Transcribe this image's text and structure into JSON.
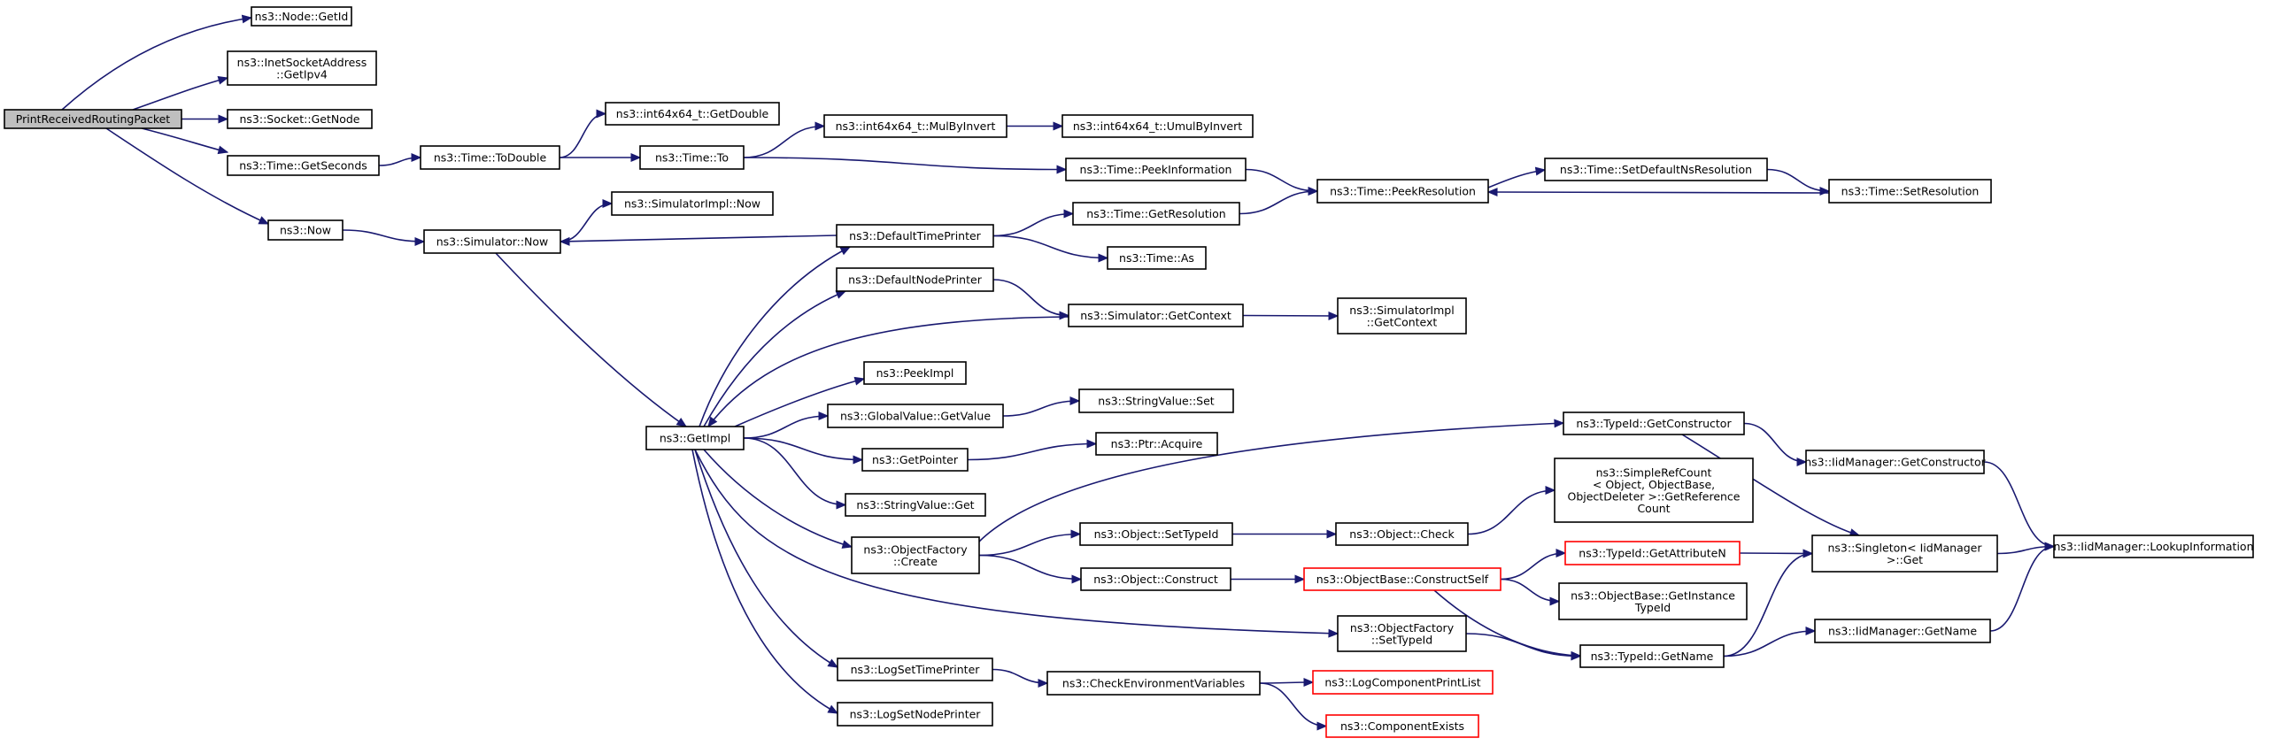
{
  "nodes": [
    {
      "id": "root",
      "lines": [
        "PrintReceivedRoutingPacket"
      ],
      "style": "root"
    },
    {
      "id": "node_getid",
      "lines": [
        "ns3::Node::GetId"
      ]
    },
    {
      "id": "inet_getipv4",
      "lines": [
        "ns3::InetSocketAddress",
        "::GetIpv4"
      ]
    },
    {
      "id": "socket_getnode",
      "lines": [
        "ns3::Socket::GetNode"
      ]
    },
    {
      "id": "time_getseconds",
      "lines": [
        "ns3::Time::GetSeconds"
      ]
    },
    {
      "id": "now",
      "lines": [
        "ns3::Now"
      ]
    },
    {
      "id": "time_todouble",
      "lines": [
        "ns3::Time::ToDouble"
      ]
    },
    {
      "id": "int64_getdouble",
      "lines": [
        "ns3::int64x64_t::GetDouble"
      ]
    },
    {
      "id": "time_to",
      "lines": [
        "ns3::Time::To"
      ]
    },
    {
      "id": "int64_mulbyinvert",
      "lines": [
        "ns3::int64x64_t::MulByInvert"
      ]
    },
    {
      "id": "int64_umulbyinvert",
      "lines": [
        "ns3::int64x64_t::UmulByInvert"
      ]
    },
    {
      "id": "time_peekinformation",
      "lines": [
        "ns3::Time::PeekInformation"
      ]
    },
    {
      "id": "time_peekresolution",
      "lines": [
        "ns3::Time::PeekResolution"
      ]
    },
    {
      "id": "time_setdefaultnsresolution",
      "lines": [
        "ns3::Time::SetDefaultNsResolution"
      ]
    },
    {
      "id": "time_setresolution",
      "lines": [
        "ns3::Time::SetResolution"
      ]
    },
    {
      "id": "simimpl_now",
      "lines": [
        "ns3::SimulatorImpl::Now"
      ]
    },
    {
      "id": "simulator_now",
      "lines": [
        "ns3::Simulator::Now"
      ]
    },
    {
      "id": "defaulttimeprinter",
      "lines": [
        "ns3::DefaultTimePrinter"
      ]
    },
    {
      "id": "time_getresolution",
      "lines": [
        "ns3::Time::GetResolution"
      ]
    },
    {
      "id": "time_as",
      "lines": [
        "ns3::Time::As"
      ]
    },
    {
      "id": "defaultnodeprinter",
      "lines": [
        "ns3::DefaultNodePrinter"
      ]
    },
    {
      "id": "simulator_getcontext",
      "lines": [
        "ns3::Simulator::GetContext"
      ]
    },
    {
      "id": "simimpl_getcontext",
      "lines": [
        "ns3::SimulatorImpl",
        "::GetContext"
      ]
    },
    {
      "id": "peekimpl",
      "lines": [
        "ns3::PeekImpl"
      ]
    },
    {
      "id": "globalvalue_getvalue",
      "lines": [
        "ns3::GlobalValue::GetValue"
      ]
    },
    {
      "id": "stringvalue_set",
      "lines": [
        "ns3::StringValue::Set"
      ]
    },
    {
      "id": "getimpl",
      "lines": [
        "ns3::GetImpl"
      ]
    },
    {
      "id": "getpointer",
      "lines": [
        "ns3::GetPointer"
      ]
    },
    {
      "id": "ptr_acquire",
      "lines": [
        "ns3::Ptr::Acquire"
      ]
    },
    {
      "id": "stringvalue_get",
      "lines": [
        "ns3::StringValue::Get"
      ]
    },
    {
      "id": "typeid_getconstructor",
      "lines": [
        "ns3::TypeId::GetConstructor"
      ]
    },
    {
      "id": "iidmanager_getconstructor",
      "lines": [
        "ns3::IidManager::GetConstructor"
      ]
    },
    {
      "id": "simplerefcount",
      "lines": [
        "ns3::SimpleRefCount",
        "< Object, ObjectBase,",
        " ObjectDeleter >::GetReference",
        "Count"
      ]
    },
    {
      "id": "objectfactory_create",
      "lines": [
        "ns3::ObjectFactory",
        "::Create"
      ]
    },
    {
      "id": "object_settypeid",
      "lines": [
        "ns3::Object::SetTypeId"
      ]
    },
    {
      "id": "object_check",
      "lines": [
        "ns3::Object::Check"
      ]
    },
    {
      "id": "singleton_get",
      "lines": [
        "ns3::Singleton< IidManager",
        " >::Get"
      ]
    },
    {
      "id": "iidmanager_lookupinformation",
      "lines": [
        "ns3::IidManager::LookupInformation"
      ]
    },
    {
      "id": "typeid_getattributen",
      "lines": [
        "ns3::TypeId::GetAttributeN"
      ],
      "style": "red"
    },
    {
      "id": "object_construct",
      "lines": [
        "ns3::Object::Construct"
      ]
    },
    {
      "id": "objectbase_constructself",
      "lines": [
        "ns3::ObjectBase::ConstructSelf"
      ],
      "style": "red"
    },
    {
      "id": "objectbase_getinstancetypeid",
      "lines": [
        "ns3::ObjectBase::GetInstance",
        "TypeId"
      ]
    },
    {
      "id": "objectfactory_settypeid",
      "lines": [
        "ns3::ObjectFactory",
        "::SetTypeId"
      ]
    },
    {
      "id": "iidmanager_getname",
      "lines": [
        "ns3::IidManager::GetName"
      ]
    },
    {
      "id": "typeid_getname",
      "lines": [
        "ns3::TypeId::GetName"
      ]
    },
    {
      "id": "logsettimeprinter",
      "lines": [
        "ns3::LogSetTimePrinter"
      ]
    },
    {
      "id": "checkenvironmentvariables",
      "lines": [
        "ns3::CheckEnvironmentVariables"
      ]
    },
    {
      "id": "logcomponentprintlist",
      "lines": [
        "ns3::LogComponentPrintList"
      ],
      "style": "red"
    },
    {
      "id": "logsetnodeprinter",
      "lines": [
        "ns3::LogSetNodePrinter"
      ]
    },
    {
      "id": "componentexists",
      "lines": [
        "ns3::ComponentExists"
      ],
      "style": "red"
    }
  ],
  "edges": [
    [
      "root",
      "node_getid"
    ],
    [
      "root",
      "inet_getipv4"
    ],
    [
      "root",
      "socket_getnode"
    ],
    [
      "root",
      "time_getseconds"
    ],
    [
      "root",
      "now"
    ],
    [
      "time_getseconds",
      "time_todouble"
    ],
    [
      "time_todouble",
      "int64_getdouble"
    ],
    [
      "time_todouble",
      "time_to"
    ],
    [
      "time_to",
      "int64_mulbyinvert"
    ],
    [
      "time_to",
      "time_peekinformation"
    ],
    [
      "int64_mulbyinvert",
      "int64_umulbyinvert"
    ],
    [
      "time_peekinformation",
      "time_peekresolution"
    ],
    [
      "time_peekresolution",
      "time_setdefaultnsresolution"
    ],
    [
      "time_setdefaultnsresolution",
      "time_setresolution"
    ],
    [
      "time_setresolution",
      "time_peekresolution"
    ],
    [
      "now",
      "simulator_now"
    ],
    [
      "simulator_now",
      "simimpl_now"
    ],
    [
      "simulator_now",
      "getimpl"
    ],
    [
      "defaulttimeprinter",
      "simulator_now"
    ],
    [
      "defaulttimeprinter",
      "time_getresolution"
    ],
    [
      "defaulttimeprinter",
      "time_as"
    ],
    [
      "time_getresolution",
      "time_peekresolution"
    ],
    [
      "defaultnodeprinter",
      "simulator_getcontext"
    ],
    [
      "simulator_getcontext",
      "getimpl"
    ],
    [
      "simulator_getcontext",
      "simimpl_getcontext"
    ],
    [
      "getimpl",
      "defaulttimeprinter"
    ],
    [
      "getimpl",
      "defaultnodeprinter"
    ],
    [
      "getimpl",
      "peekimpl"
    ],
    [
      "getimpl",
      "globalvalue_getvalue"
    ],
    [
      "getimpl",
      "getpointer"
    ],
    [
      "getimpl",
      "stringvalue_get"
    ],
    [
      "getimpl",
      "objectfactory_create"
    ],
    [
      "getimpl",
      "objectfactory_settypeid"
    ],
    [
      "getimpl",
      "logsettimeprinter"
    ],
    [
      "getimpl",
      "logsetnodeprinter"
    ],
    [
      "globalvalue_getvalue",
      "stringvalue_set"
    ],
    [
      "getpointer",
      "ptr_acquire"
    ],
    [
      "objectfactory_create",
      "typeid_getconstructor"
    ],
    [
      "objectfactory_create",
      "object_settypeid"
    ],
    [
      "objectfactory_create",
      "object_construct"
    ],
    [
      "typeid_getconstructor",
      "iidmanager_getconstructor"
    ],
    [
      "typeid_getconstructor",
      "singleton_get"
    ],
    [
      "iidmanager_getconstructor",
      "iidmanager_lookupinformation"
    ],
    [
      "object_settypeid",
      "object_check"
    ],
    [
      "object_check",
      "simplerefcount"
    ],
    [
      "object_construct",
      "objectbase_constructself"
    ],
    [
      "objectbase_constructself",
      "typeid_getattributen"
    ],
    [
      "objectbase_constructself",
      "objectbase_getinstancetypeid"
    ],
    [
      "objectbase_constructself",
      "typeid_getname"
    ],
    [
      "typeid_getattributen",
      "singleton_get"
    ],
    [
      "objectfactory_settypeid",
      "typeid_getname"
    ],
    [
      "typeid_getname",
      "singleton_get"
    ],
    [
      "typeid_getname",
      "iidmanager_getname"
    ],
    [
      "iidmanager_getname",
      "iidmanager_lookupinformation"
    ],
    [
      "singleton_get",
      "iidmanager_lookupinformation"
    ],
    [
      "logsettimeprinter",
      "checkenvironmentvariables"
    ],
    [
      "checkenvironmentvariables",
      "logcomponentprintlist"
    ],
    [
      "checkenvironmentvariables",
      "componentexists"
    ]
  ]
}
